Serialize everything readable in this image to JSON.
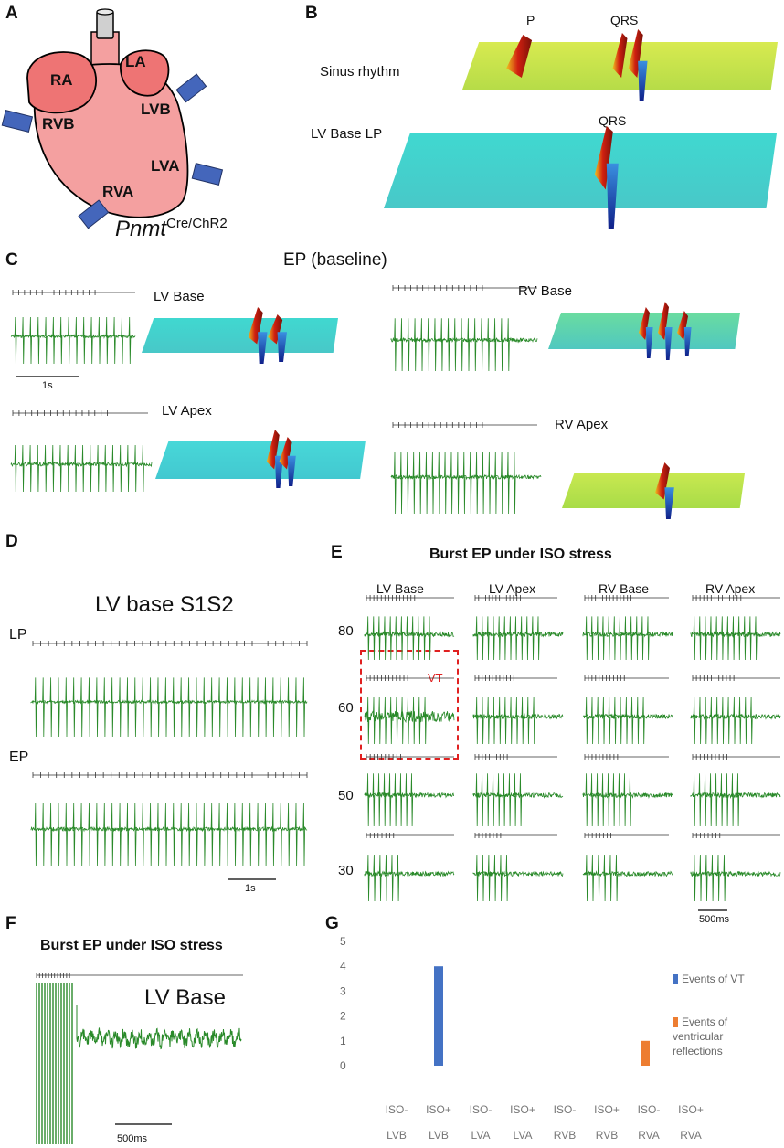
{
  "panels": {
    "a": "A",
    "b": "B",
    "c": "C",
    "d": "D",
    "e": "E",
    "f": "F",
    "g": "G"
  },
  "panel_a": {
    "chambers": {
      "ra": "RA",
      "la": "LA",
      "rvb": "RVB",
      "lvb": "LVB",
      "lva": "LVA",
      "rva": "RVA"
    },
    "genotype_main": "Pnmt",
    "genotype_sup": "Cre/ChR2",
    "colors": {
      "heart": "#f4a0a0",
      "atrium": "#ee7474",
      "electrode": "#4466bb"
    }
  },
  "panel_b": {
    "row1_label": "Sinus rhythm",
    "row2_label": "LV Base LP",
    "peak_p": "P",
    "peak_qrs1": "QRS",
    "peak_qrs2": "QRS"
  },
  "panel_c": {
    "title": "EP (baseline)",
    "lv_base": "LV Base",
    "lv_apex": "LV Apex",
    "rv_base": "RV Base",
    "rv_apex": "RV Apex",
    "scale": "1s"
  },
  "panel_d": {
    "title": "LV base  S1S2",
    "lp": "LP",
    "ep": "EP",
    "scale": "1s"
  },
  "panel_e": {
    "title": "Burst EP under ISO stress",
    "columns": [
      "LV Base",
      "LV Apex",
      "RV Base",
      "RV Apex"
    ],
    "rows": [
      "80",
      "60",
      "50",
      "30"
    ],
    "vt": "VT",
    "scale": "500ms",
    "trace_color": "#2a8a2a"
  },
  "panel_f": {
    "title": "Burst EP under ISO stress",
    "label": "LV Base",
    "scale": "500ms"
  },
  "chart_data": {
    "type": "bar",
    "categories": [
      {
        "top": "ISO-",
        "bottom": "LVB"
      },
      {
        "top": "ISO+",
        "bottom": "LVB"
      },
      {
        "top": "ISO-",
        "bottom": "LVA"
      },
      {
        "top": "ISO+",
        "bottom": "LVA"
      },
      {
        "top": "ISO-",
        "bottom": "RVB"
      },
      {
        "top": "ISO+",
        "bottom": "RVB"
      },
      {
        "top": "ISO-",
        "bottom": "RVA"
      },
      {
        "top": "ISO+",
        "bottom": "RVA"
      }
    ],
    "series": [
      {
        "name": "Events of VT",
        "color": "#4472c4",
        "values": [
          0,
          4,
          0,
          0,
          0,
          0,
          0,
          0
        ]
      },
      {
        "name": "Events of ventricular reflections",
        "color": "#ed7d31",
        "values": [
          0,
          0,
          0,
          0,
          0,
          0,
          1,
          0
        ]
      }
    ],
    "ylim": [
      0,
      5
    ],
    "yticks": [
      "0",
      "1",
      "2",
      "3",
      "4",
      "5"
    ],
    "legend": "right"
  }
}
